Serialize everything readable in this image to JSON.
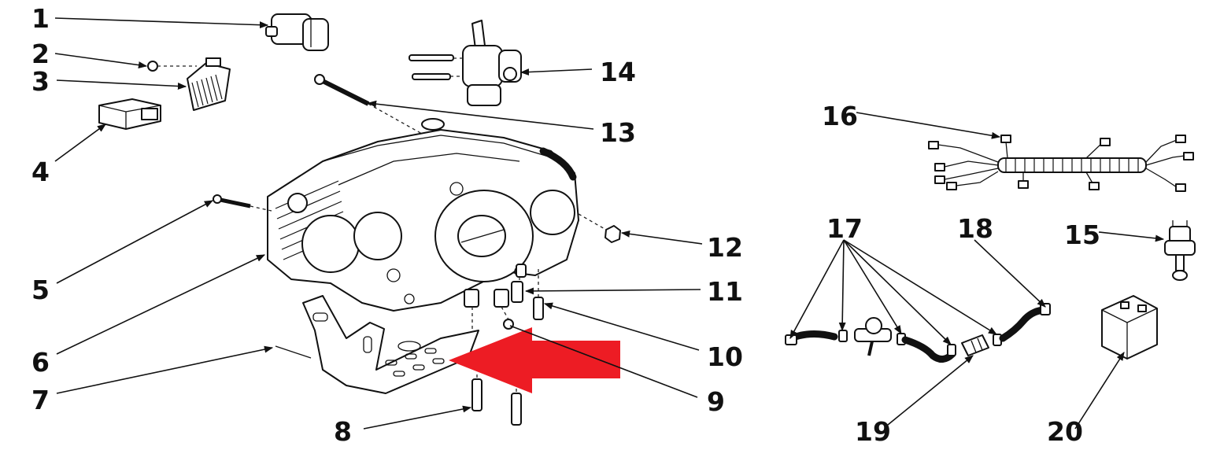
{
  "callouts": [
    {
      "id": "1",
      "label": "1"
    },
    {
      "id": "2",
      "label": "2"
    },
    {
      "id": "3",
      "label": "3"
    },
    {
      "id": "4",
      "label": "4"
    },
    {
      "id": "5",
      "label": "5"
    },
    {
      "id": "6",
      "label": "6"
    },
    {
      "id": "7",
      "label": "7"
    },
    {
      "id": "8",
      "label": "8"
    },
    {
      "id": "9",
      "label": "9"
    },
    {
      "id": "10",
      "label": "10"
    },
    {
      "id": "11",
      "label": "11"
    },
    {
      "id": "12",
      "label": "12"
    },
    {
      "id": "13",
      "label": "13"
    },
    {
      "id": "14",
      "label": "14"
    },
    {
      "id": "15",
      "label": "15"
    },
    {
      "id": "16",
      "label": "16"
    },
    {
      "id": "17",
      "label": "17"
    },
    {
      "id": "18",
      "label": "18"
    },
    {
      "id": "19",
      "label": "19"
    },
    {
      "id": "20",
      "label": "20"
    }
  ],
  "highlight_arrow": {
    "color": "#ED1C24",
    "direction": "left"
  },
  "line_color": "#111111",
  "background": "#ffffff"
}
